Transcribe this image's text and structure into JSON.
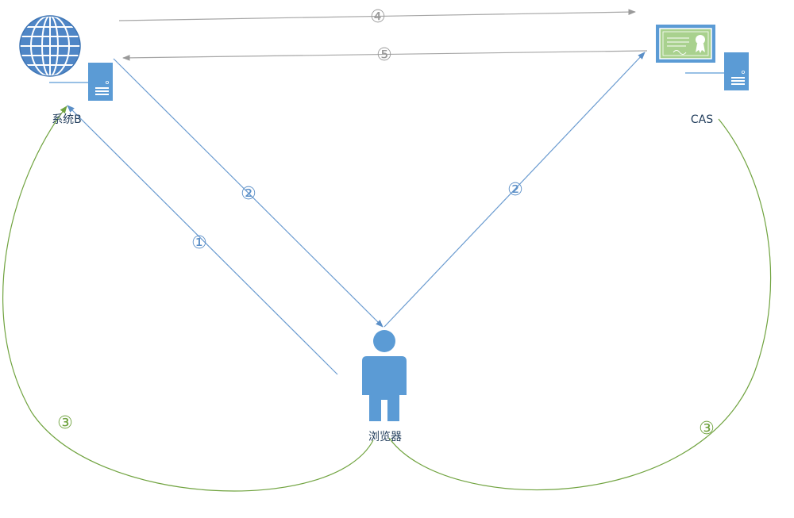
{
  "nodes": {
    "system_b": {
      "label": "系统B"
    },
    "cas": {
      "label": "CAS"
    },
    "browser": {
      "label": "浏览器"
    }
  },
  "steps": {
    "s1": "①",
    "s2_left": "②",
    "s2_right": "②",
    "s3_left": "③",
    "s3_right": "③",
    "s4": "④",
    "s5": "⑤"
  },
  "colors": {
    "blue": "#6a9bd0",
    "gray": "#a6a6a6",
    "green": "#70a33f",
    "icon_blue": "#5b9bd5",
    "cert_green": "#a9d18e"
  },
  "icons": {
    "system_b": [
      "globe-icon",
      "server-icon"
    ],
    "cas": [
      "certificate-icon",
      "server-icon"
    ],
    "browser": [
      "person-icon"
    ]
  }
}
